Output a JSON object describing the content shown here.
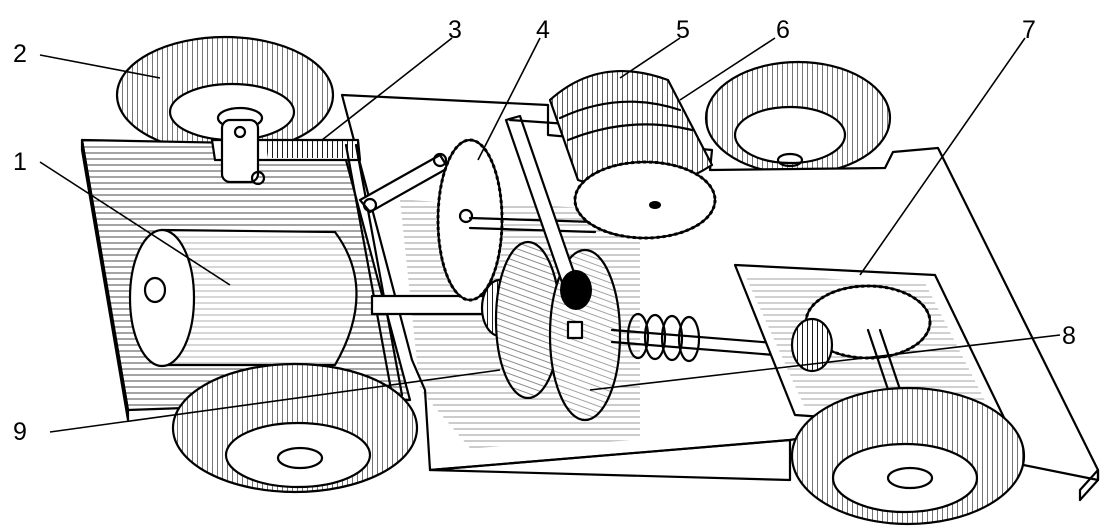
{
  "diagram": {
    "labels": [
      {
        "id": "1",
        "text": "1"
      },
      {
        "id": "2",
        "text": "2"
      },
      {
        "id": "3",
        "text": "3"
      },
      {
        "id": "4",
        "text": "4"
      },
      {
        "id": "5",
        "text": "5"
      },
      {
        "id": "6",
        "text": "6"
      },
      {
        "id": "7",
        "text": "7"
      },
      {
        "id": "8",
        "text": "8"
      },
      {
        "id": "9",
        "text": "9"
      }
    ],
    "colors": {
      "ink": "#000000",
      "paper": "#ffffff"
    }
  }
}
